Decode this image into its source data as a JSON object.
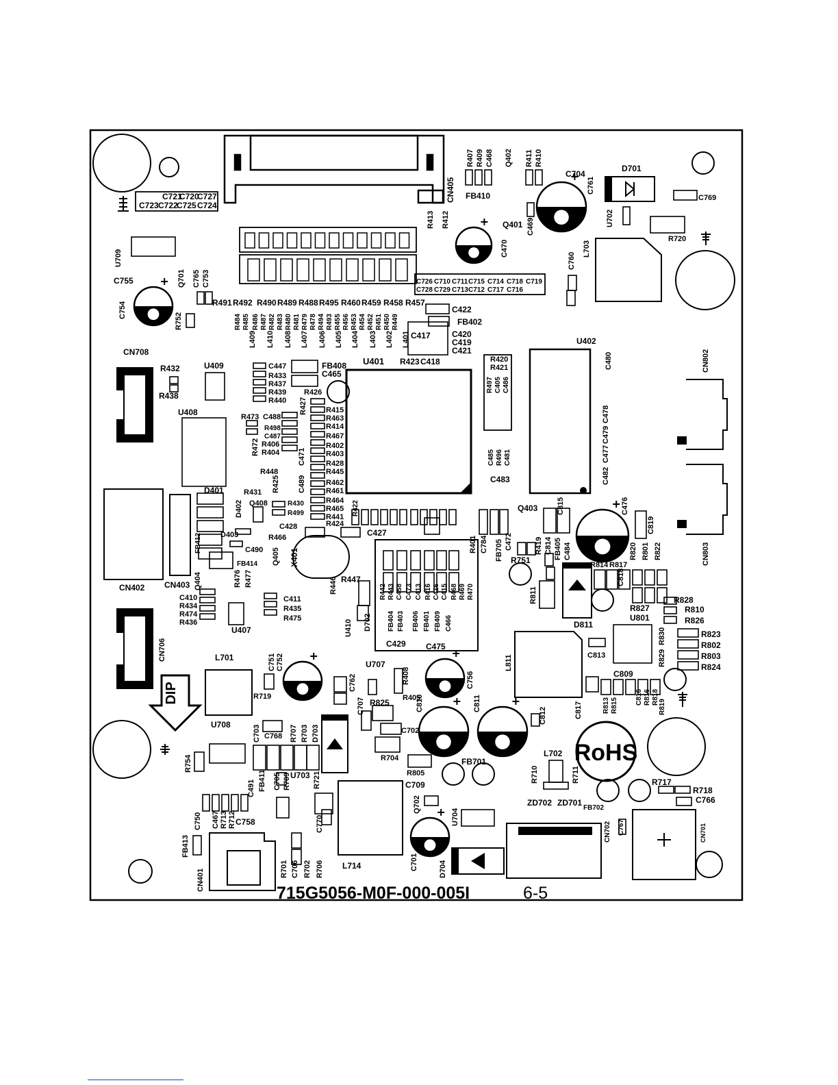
{
  "board": {
    "part_number": "715G5056-M0F-000-005I",
    "revision": "6-5",
    "rohs_mark": "RoHS",
    "dip_mark": "DIP"
  },
  "labels": [
    "C721",
    "C720",
    "C727",
    "C723",
    "C722",
    "C725",
    "C724",
    "U709",
    "C755",
    "Q701",
    "C765",
    "C753",
    "C754",
    "R752",
    "R491",
    "R492",
    "R490",
    "R489",
    "R488",
    "R495",
    "R460",
    "R459",
    "R458",
    "R457",
    "R484",
    "R485",
    "R486",
    "R487",
    "R482",
    "R483",
    "R480",
    "R481",
    "R479",
    "R478",
    "R494",
    "R493",
    "R455",
    "R456",
    "R453",
    "R454",
    "R452",
    "R451",
    "R450",
    "R449",
    "L409",
    "L410",
    "L408",
    "L407",
    "L406",
    "L405",
    "L404",
    "L403",
    "L402",
    "L401",
    "CN405",
    "R407",
    "R409",
    "C468",
    "Q402",
    "R411",
    "R410",
    "FB410",
    "Q401",
    "C469",
    "R413",
    "R412",
    "C470",
    "C726",
    "C710",
    "C711",
    "C715",
    "C714",
    "C718",
    "C719",
    "C728",
    "C729",
    "C713",
    "C712",
    "C717",
    "C716",
    "C704",
    "C761",
    "D701",
    "C769",
    "U702",
    "R720",
    "L703",
    "C760",
    "C422",
    "FB402",
    "C417",
    "C420",
    "C419",
    "C421",
    "R423",
    "C418",
    "U401",
    "C447",
    "FB408",
    "C465",
    "R433",
    "R437",
    "R439",
    "R440",
    "R426",
    "R427",
    "R473",
    "C488",
    "R498",
    "C487",
    "R472",
    "R406",
    "R404",
    "R415",
    "R463",
    "R414",
    "R467",
    "R402",
    "R403",
    "R428",
    "R445",
    "C471",
    "R448",
    "R425",
    "C489",
    "R462",
    "R461",
    "R464",
    "R465",
    "R441",
    "R424",
    "R431",
    "R430",
    "R499",
    "R466",
    "C428",
    "C427",
    "R422",
    "Q408",
    "D402",
    "D403",
    "C490",
    "CN708",
    "R432",
    "R438",
    "U409",
    "U408",
    "D401",
    "CN402",
    "CN403",
    "FB412",
    "FB414",
    "Q405",
    "X401",
    "Q404",
    "R476",
    "R477",
    "C410",
    "R434",
    "R474",
    "R436",
    "C411",
    "R435",
    "R475",
    "U407",
    "U402",
    "C480",
    "CN802",
    "C478",
    "C479",
    "C477",
    "C482",
    "C476",
    "R420",
    "R421",
    "R497",
    "C405",
    "C486",
    "C485",
    "R496",
    "C481",
    "C483",
    "Q403",
    "C815",
    "C819",
    "CN803",
    "R401",
    "C784",
    "FB705",
    "C472",
    "R419",
    "C814",
    "FB405",
    "C484",
    "R751",
    "R446",
    "R447",
    "R442",
    "R443",
    "C458",
    "C473",
    "C413",
    "R416",
    "C416",
    "C415",
    "R468",
    "R469",
    "R470",
    "FB404",
    "FB403",
    "FB406",
    "FB401",
    "FB409",
    "C466",
    "C429",
    "C475",
    "U410",
    "D702",
    "R814",
    "R817",
    "R820",
    "R801",
    "R822",
    "C818",
    "R811",
    "D811",
    "R828",
    "R810",
    "R827",
    "U801",
    "R826",
    "R830",
    "R829",
    "R823",
    "R802",
    "R803",
    "R824",
    "C813",
    "C809",
    "L811",
    "CN706",
    "L701",
    "C751",
    "C752",
    "U707",
    "R408",
    "R405",
    "C756",
    "C762",
    "R719",
    "R825",
    "C707",
    "C810",
    "C811",
    "C812",
    "C817",
    "R813",
    "R815",
    "C816",
    "R816",
    "R818",
    "R819",
    "U708",
    "C703",
    "C768",
    "R707",
    "R703",
    "D703",
    "C702",
    "R704",
    "R805",
    "FB701",
    "R754",
    "C491",
    "FB411",
    "C705",
    "R709",
    "U703",
    "R721",
    "C709",
    "Q702",
    "C770",
    "U704",
    "C750",
    "C467",
    "R713",
    "R712",
    "C758",
    "FB413",
    "CN401",
    "C706",
    "R701",
    "R702",
    "R706",
    "L714",
    "C701",
    "D704",
    "L702",
    "R710",
    "R711",
    "ZD702",
    "ZD701",
    "FB702",
    "R717",
    "R718",
    "C766",
    "CN702",
    "C767",
    "CN701"
  ]
}
